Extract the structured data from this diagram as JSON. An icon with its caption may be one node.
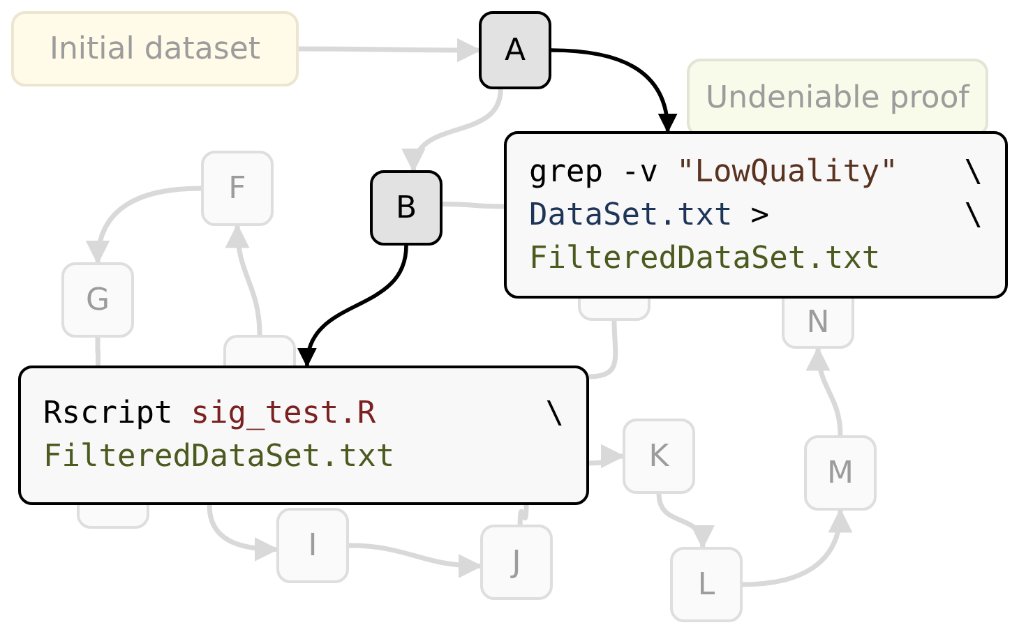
{
  "diagram": {
    "nodes": [
      {
        "text": [
          "Initial dataset"
        ]
      },
      {
        "text": [
          "Undeniable proof"
        ]
      },
      {
        "text": [
          "A"
        ]
      },
      {
        "text": [
          "B"
        ]
      },
      {
        "text": [
          "F"
        ]
      },
      {
        "text": [
          "G"
        ]
      },
      {
        "text": [],
        "shape": "box"
      },
      {
        "text": [
          "N"
        ]
      },
      {
        "text": [],
        "shape": "box"
      },
      {
        "text": [],
        "shape": "box"
      },
      {
        "text": [
          "I"
        ]
      },
      {
        "text": [
          "J"
        ]
      },
      {
        "text": [
          "K"
        ]
      },
      {
        "text": [
          "L"
        ]
      },
      {
        "text": [
          "M"
        ]
      },
      {
        "text": [
          "grep -v \"LowQuality\" \\",
          "DataSet.txt > \\",
          "FilteredDataSet.txt"
        ]
      },
      {
        "text": [
          "Rscript sig_test.R \\",
          "FilteredDataSet.txt"
        ]
      }
    ],
    "edges": [
      {
        "from": 0,
        "to": 2,
        "arrow": "to"
      },
      {
        "from": 2,
        "to": 15,
        "arrow": "to",
        "color": "#000000"
      },
      {
        "from": 3,
        "to": 16,
        "arrow": "to",
        "color": "#000000"
      },
      {
        "from": 2,
        "to": 3,
        "arrow": "to"
      },
      {
        "from": 3,
        "to": 15,
        "arrow": "none"
      },
      {
        "from": 4,
        "to": 5,
        "arrow": "to"
      },
      {
        "from": 8,
        "to": 4,
        "arrow": "to"
      },
      {
        "from": 5,
        "to": 16,
        "arrow": "none"
      },
      {
        "from": 16,
        "to": 10,
        "arrow": "to"
      },
      {
        "from": 10,
        "to": 11,
        "arrow": "to"
      },
      {
        "from": 11,
        "to": 16,
        "arrow": "none"
      },
      {
        "from": 16,
        "to": 12,
        "arrow": "to"
      },
      {
        "from": 12,
        "to": 13,
        "arrow": "to"
      },
      {
        "from": 13,
        "to": 14,
        "arrow": "to"
      },
      {
        "from": 14,
        "to": 7,
        "arrow": "to"
      },
      {
        "from": 6,
        "to": 16,
        "arrow": "none"
      }
    ]
  }
}
